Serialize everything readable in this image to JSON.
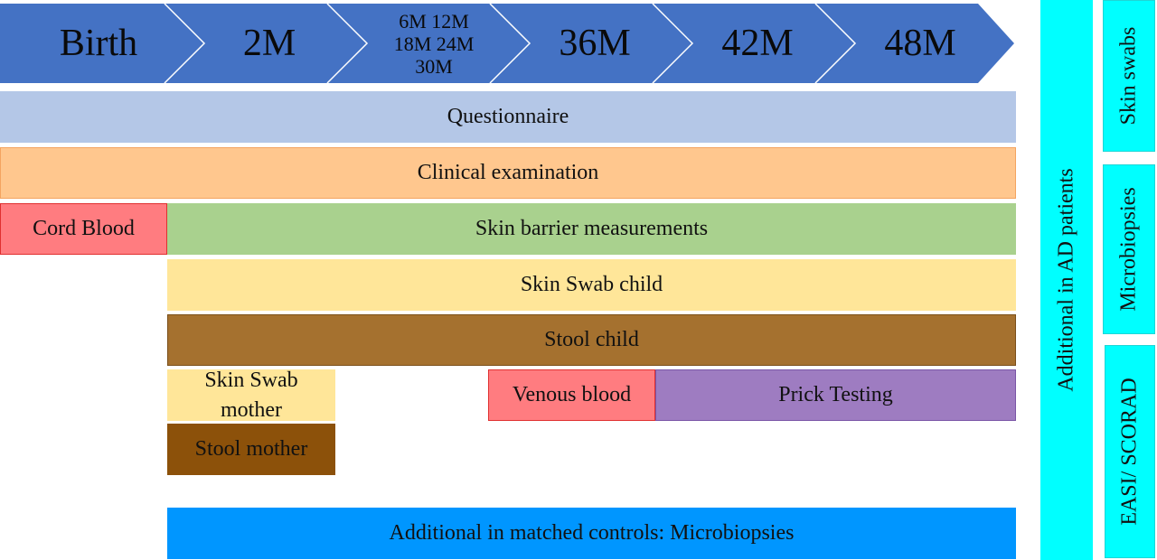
{
  "timeline": {
    "labels": [
      "Birth",
      "2M",
      "6M 12M",
      "18M 24M",
      "30M",
      "36M",
      "42M",
      "48M"
    ]
  },
  "bars": {
    "questionnaire": "Questionnaire",
    "clinical": "Clinical examination",
    "cord_blood": "Cord Blood",
    "skin_barrier": "Skin barrier measurements",
    "skin_swab_child": "Skin Swab child",
    "stool_child": "Stool child",
    "skin_swab_mother_1": "Skin Swab",
    "skin_swab_mother_2": "mother",
    "venous_blood": "Venous blood",
    "prick_testing": "Prick Testing",
    "stool_mother": "Stool mother",
    "matched_controls": "Additional in matched controls: Microbiopsies"
  },
  "side": {
    "ad_patients": "Additional in AD patients",
    "skin_swabs": "Skin swabs",
    "microbiopsies": "Microbiopsies",
    "easi_scorad": "EASI/ SCORAD"
  },
  "colors": {
    "chevron": "#4472c4",
    "questionnaire": "#b4c7e7",
    "clinical": "#ffc78e",
    "cord_blood": "#ff7c80",
    "skin_barrier": "#a9d18e",
    "skin_swab": "#ffe699",
    "stool_child": "#a5712f",
    "stool_mother": "#8c510a",
    "venous_blood": "#ff7c80",
    "prick_testing": "#9e7cc1",
    "matched_controls": "#0096ff",
    "side": "#00ffff"
  }
}
